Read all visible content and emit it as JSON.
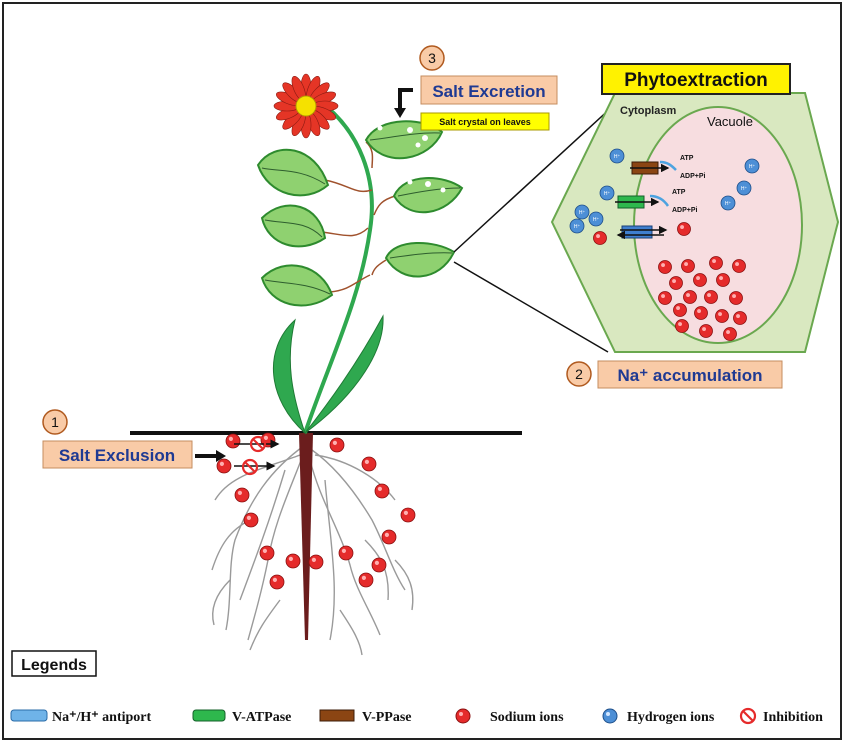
{
  "labels": {
    "step1_number": "1",
    "step1_title": "Salt Exclusion",
    "step2_number": "2",
    "step2_title": "Na⁺ accumulation",
    "step3_number": "3",
    "step3_title": "Salt Excretion",
    "step3_note": "Salt crystal on leaves",
    "phyto_title": "Phytoextraction",
    "cytoplasm": "Cytoplasm",
    "vacuole": "Vacuole",
    "atp_1": "ATP",
    "adp_1": "ADP+Pi",
    "atp_2": "ATP",
    "adp_2": "ADP+Pi",
    "ion_symbol": "H⁺"
  },
  "legend": {
    "title": "Legends",
    "items": [
      {
        "label": "Na⁺/H⁺ antiport",
        "symbol": "antiport-swatch"
      },
      {
        "label": "V-ATPase",
        "symbol": "v-atpase-swatch"
      },
      {
        "label": "V-PPase",
        "symbol": "v-ppase-swatch"
      },
      {
        "label": "Sodium ions",
        "symbol": "sodium-ion-icon"
      },
      {
        "label": "Hydrogen ions",
        "symbol": "hydrogen-ion-icon"
      },
      {
        "label": "Inhibition",
        "symbol": "inhibition-icon"
      }
    ]
  },
  "colors": {
    "label_box": "#f9cba7",
    "label_text": "#1f3a93",
    "phyto_box": "#fff200",
    "note_box": "#ffff00",
    "leaf": "#8fd170",
    "leaf_edge": "#2e8b2e",
    "stem": "#2fa84f",
    "cell_wall": "#d9e8c0",
    "vacuole": "#f7dde0",
    "sodium": "#e52b2b",
    "hydrogen": "#4d8fd6",
    "antiport": "#6fb3e8",
    "v_atpase": "#2eb84d",
    "v_ppase": "#8b4513",
    "petal": "#e53526",
    "flower_center": "#f5e100",
    "root": "#6b1d1d"
  }
}
